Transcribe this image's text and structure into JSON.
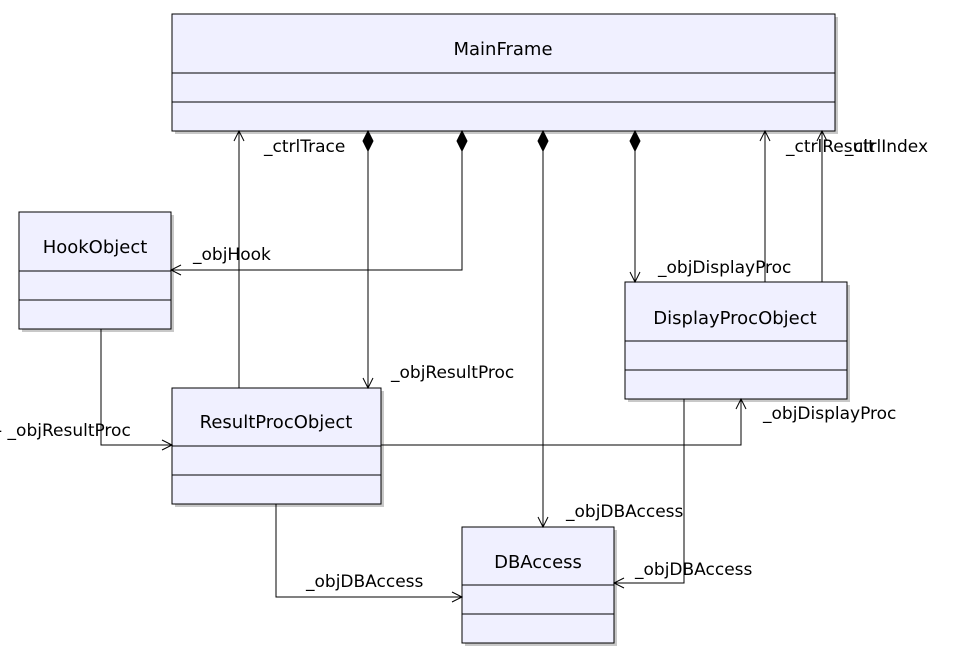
{
  "classes": {
    "mainframe": "MainFrame",
    "hook": "HookObject",
    "resultproc": "ResultProcObject",
    "displayproc": "DisplayProcObject",
    "dbaccess": "DBAccess"
  },
  "roles": {
    "ctrl_trace": "_ctrlTrace",
    "ctrl_result": "_ctrlResult",
    "ctrl_index": "_ctrlIndex",
    "obj_hook": "_objHook",
    "obj_display_proc_top": "_objDisplayProc",
    "obj_result_proc_mid": "_objResultProc",
    "obj_result_proc_left": "- _objResultProc",
    "obj_display_proc_right": "_objDisplayProc",
    "obj_dbaccess_top": "_objDBAccess",
    "obj_dbaccess_left": "_objDBAccess",
    "obj_dbaccess_right": "_objDBAccess"
  },
  "colors": {
    "class_fill": "#f0f0ff",
    "line": "#000000",
    "background": "#ffffff"
  }
}
